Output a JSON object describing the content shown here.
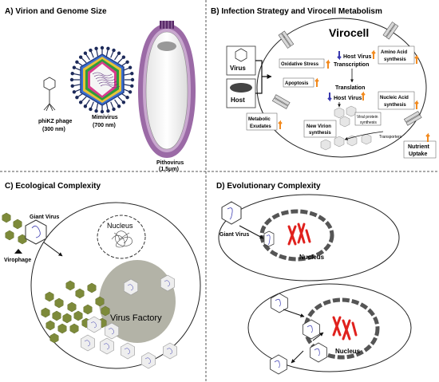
{
  "panels": {
    "a": {
      "title": "A) Virion and Genome Size",
      "phage_name": "phiKZ phage",
      "phage_size": "(300 nm)",
      "mimi_name": "Mimivirus",
      "mimi_size": "(700 nm)",
      "pitho_name": "Pithovirus",
      "pitho_size": "(1.5μm)"
    },
    "b": {
      "title": "B) Infection Strategy and Virocell Metabolism",
      "virocell": "Virocell",
      "virus_box": "Virus",
      "host_box": "Host",
      "oxidative_stress": "Oxidative Stress",
      "apoptosis": "Apoptosis",
      "transcription_host": "Host",
      "transcription_virus": "Virus",
      "transcription": "Transcription",
      "translation": "Translation",
      "translation_host": "Host",
      "translation_virus": "Virus",
      "amino_acid_1": "Amino Acid",
      "amino_acid_2": "synthesis",
      "nucleic_acid_1": "Nucleic Acid",
      "nucleic_acid_2": "synthesis",
      "viral_protein_1": "Viral protein",
      "viral_protein_2": "synthesis",
      "new_virion_1": "New Virion",
      "new_virion_2": "synthesis",
      "metabolic_1": "Metabolic",
      "metabolic_2": "Exudates",
      "transporters": "Transporters",
      "nutrient_1": "Nutrient",
      "nutrient_2": "Uptake"
    },
    "c": {
      "title": "C) Ecological Complexity",
      "giant_virus": "Giant Virus",
      "virophage": "Virophage",
      "nucleus": "Nucleus",
      "factory": "Virus Factory"
    },
    "d": {
      "title": "D) Evolutionary Complexity",
      "giant_virus": "Giant Virus",
      "nucleus_top": "Nucleus",
      "nucleus_bottom": "Nucleus"
    }
  },
  "colors": {
    "pitho_coat": "#9b6aa6",
    "mimi_green": "#2e9c3a",
    "virophage": "#7d8a3a",
    "factory": "#9a9a8a",
    "chromosome": "#e0211d",
    "up_arrow": "#f28a1e",
    "down_arrow": "#3a3ab0"
  }
}
